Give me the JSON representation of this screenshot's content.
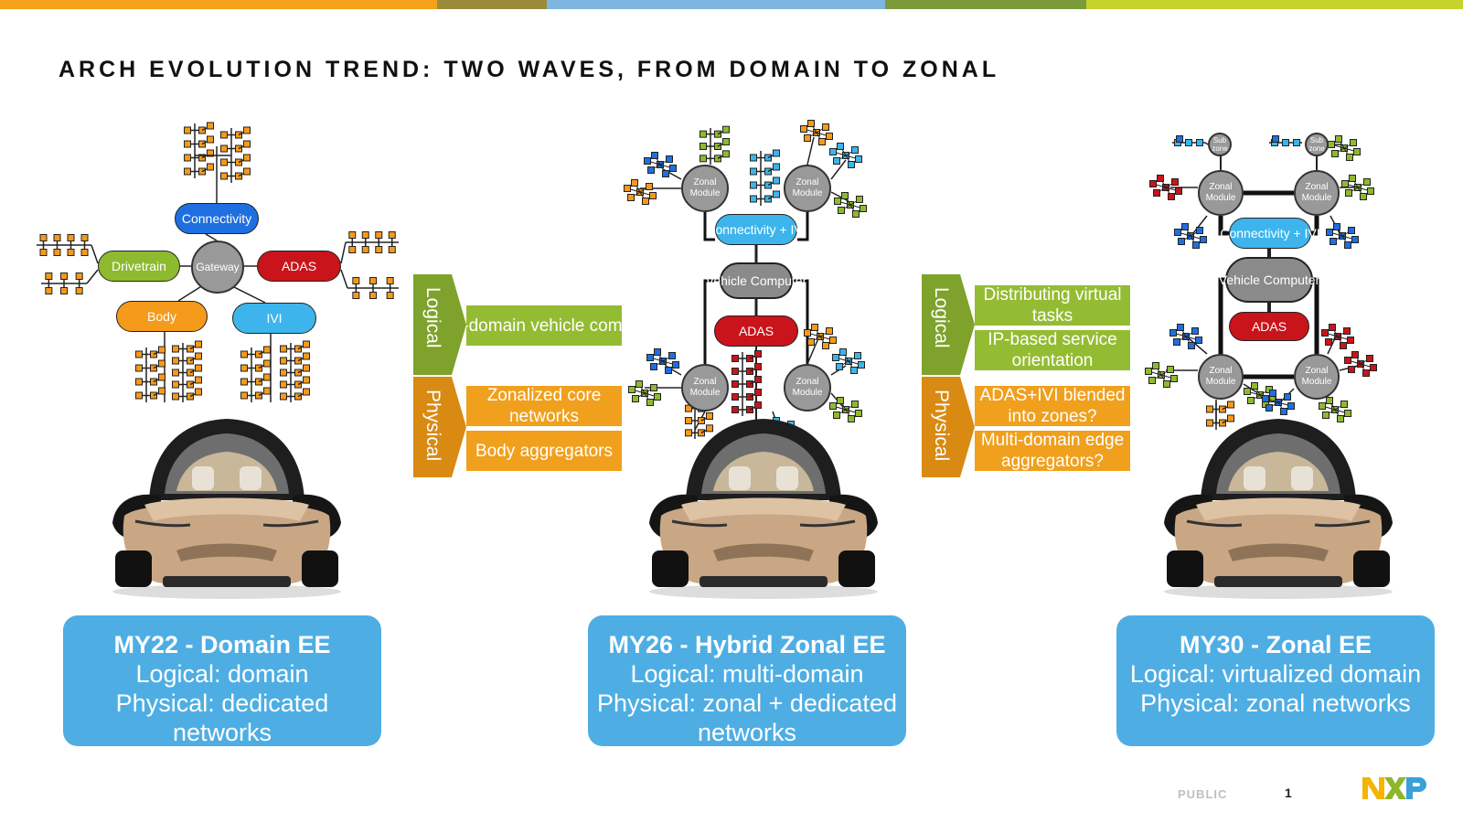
{
  "topbar_colors": [
    "#f5a11a",
    "#9a8b3c",
    "#7fb6df",
    "#7a9a3c",
    "#c6d32e"
  ],
  "colors": {
    "blue_card": "#4eaee4",
    "logical_green": "#7ea22b",
    "physical_orange": "#f0a01d",
    "connectivity_blue": "#1f6fe0",
    "drivetrain_green": "#8dba2f",
    "adas_red": "#c9141b",
    "body_orange": "#f59a1a",
    "ivi_cyan": "#3db5ec",
    "node_gray": "#999999"
  },
  "title": "ARCH EVOLUTION TREND: TWO WAVES, FROM DOMAIN TO ZONAL",
  "diagram1": {
    "connectivity": "Connectivity",
    "gateway": "Gateway",
    "drivetrain": "Drivetrain",
    "adas": "ADAS",
    "body": "Body",
    "ivi": "IVI"
  },
  "diagram2": {
    "zonal_module": "Zonal Module",
    "connectivity": "Connectivity + IVI",
    "vehicle_computer": "Vehicle Computer",
    "adas": "ADAS"
  },
  "diagram3": {
    "sub_zone": "Sub zone",
    "zonal_module": "Zonal Module",
    "connectivity": "Connectivity + IVI",
    "vehicle_computer": "Vehicle Computer",
    "adas": "ADAS"
  },
  "wave1": {
    "logical_label": "Logical",
    "physical_label": "Physical",
    "logical_items": [
      "Multi-domain vehicle computer"
    ],
    "physical_items": [
      "Zonalized core networks",
      "Body aggregators"
    ]
  },
  "wave2": {
    "logical_label": "Logical",
    "physical_label": "Physical",
    "logical_items": [
      "Distributing virtual tasks",
      "IP-based service orientation"
    ],
    "physical_items": [
      "ADAS+IVI blended into zones?",
      "Multi-domain edge aggregators?"
    ]
  },
  "cards": [
    {
      "heading": "MY22 - Domain EE",
      "line1": "Logical: domain",
      "line2": "Physical: dedicated networks"
    },
    {
      "heading": "MY26 - Hybrid Zonal EE",
      "line1": "Logical: multi-domain",
      "line2": "Physical: zonal + dedicated networks"
    },
    {
      "heading": "MY30 - Zonal EE",
      "line1": "Logical: virtualized domain",
      "line2": "Physical: zonal networks"
    }
  ],
  "footer": {
    "classification": "PUBLIC",
    "page": "1",
    "logo_text": "NXP"
  }
}
